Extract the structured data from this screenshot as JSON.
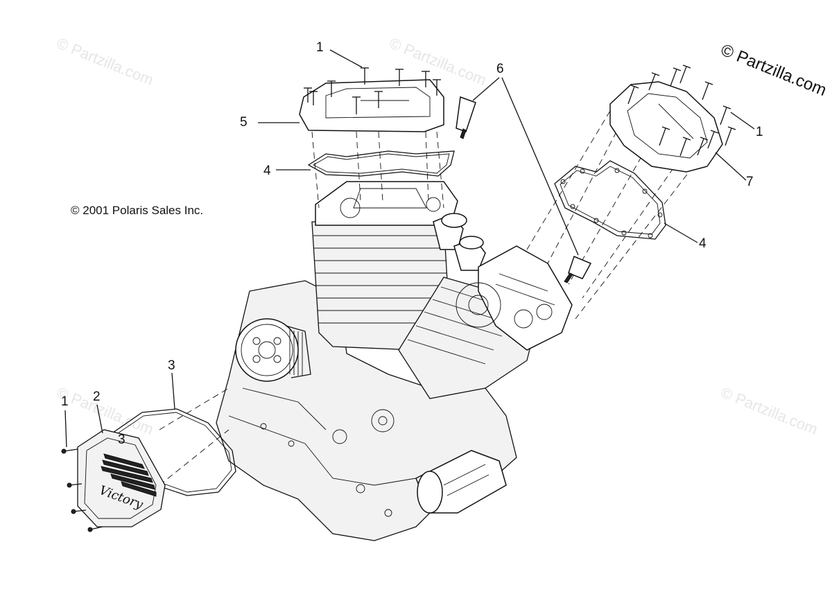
{
  "brand_text": "© Partzilla.com",
  "watermark_text": "© Partzilla.com",
  "copyright_text": "© 2001 Polaris Sales Inc.",
  "logo_text": "Victory",
  "callouts": {
    "bolts_top": "1",
    "bolts_right": "1",
    "bolt_left": "1",
    "timing_cover": "2",
    "cover_gasket": "3",
    "cover_gasket_inner": "3",
    "valve_gasket_top": "4",
    "valve_gasket_right": "4",
    "rocker_cover_top": "5",
    "spark_plugs": "6",
    "rocker_cover_right": "7"
  }
}
